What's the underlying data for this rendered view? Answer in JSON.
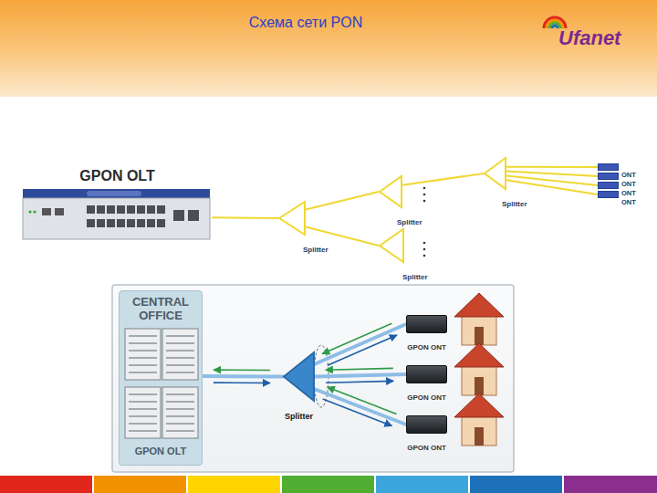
{
  "diagram": {
    "title": "Схема сети PON",
    "nodes": [
      {
        "text": [
          "GPON OLT"
        ]
      },
      {
        "text": [
          "Splitter"
        ]
      },
      {
        "text": [
          "Splitter"
        ]
      },
      {
        "text": [
          "Splitter"
        ]
      },
      {
        "text": [
          "Splitter"
        ]
      },
      {
        "text": [
          "ONT"
        ]
      },
      {
        "text": [
          "ONT"
        ]
      },
      {
        "text": [
          "ONT"
        ]
      },
      {
        "text": [
          "ONT"
        ]
      },
      {
        "text": [
          "CENTRAL OFFICE",
          "GPON OLT"
        ]
      },
      {
        "text": [
          "Splitter"
        ]
      },
      {
        "text": [
          "GPON ONT"
        ]
      },
      {
        "text": [
          "GPON ONT"
        ]
      },
      {
        "text": [
          "GPON ONT"
        ]
      }
    ],
    "edges": [
      {
        "from": 0,
        "to": 1,
        "arrow": "none"
      },
      {
        "from": 1,
        "to": 2,
        "arrow": "none"
      },
      {
        "from": 1,
        "to": 3,
        "arrow": "none"
      },
      {
        "from": 2,
        "to": 4,
        "arrow": "none"
      },
      {
        "from": 4,
        "to": 5,
        "arrow": "none"
      },
      {
        "from": 4,
        "to": 6,
        "arrow": "none"
      },
      {
        "from": 4,
        "to": 7,
        "arrow": "none"
      },
      {
        "from": 4,
        "to": 8,
        "arrow": "none"
      },
      {
        "from": 9,
        "to": 10,
        "arrow": "both"
      },
      {
        "from": 10,
        "to": 11,
        "arrow": "both"
      },
      {
        "from": 10,
        "to": 12,
        "arrow": "both"
      },
      {
        "from": 10,
        "to": 13,
        "arrow": "both"
      }
    ],
    "labels": [
      "Ufanet"
    ]
  }
}
